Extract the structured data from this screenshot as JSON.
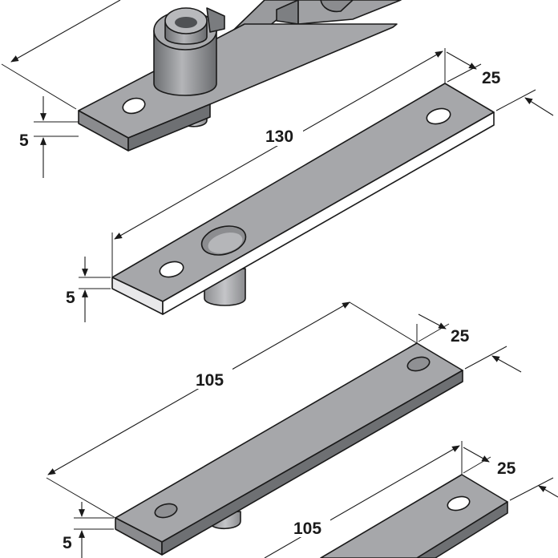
{
  "colors": {
    "plate_top": "#a6a7aa",
    "plate_front": "#6e7073",
    "plate_side": "#8a8b8e",
    "edge": "#1a1a1a",
    "hole": "#ffffff",
    "background": "#ffffff"
  },
  "labels": {
    "top_thickness": "5",
    "p2_length": "130",
    "p2_width": "25",
    "p2_thickness": "5",
    "p3_length": "105",
    "p3_width": "25",
    "p4_length": "105",
    "p4_width": "25",
    "p4_thickness": "5"
  }
}
